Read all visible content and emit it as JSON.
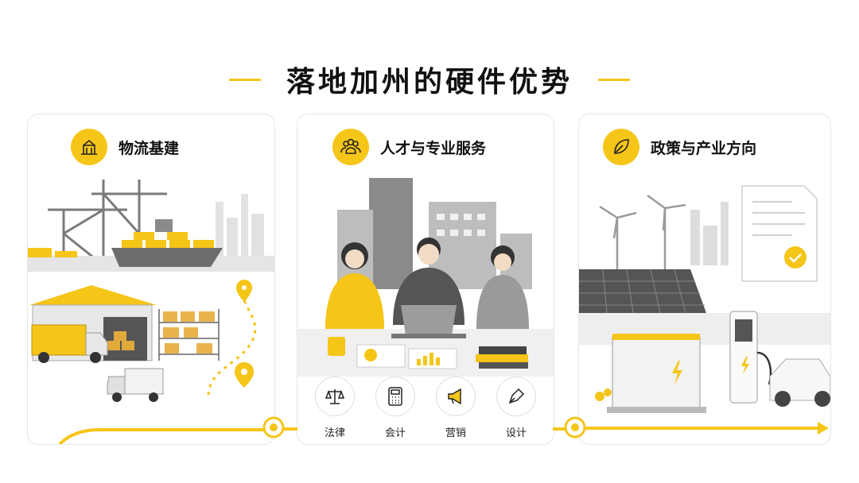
{
  "page": {
    "title": "落地加州的硬件优势"
  },
  "cards": [
    {
      "title": "物流基建",
      "icon": "crane-icon"
    },
    {
      "title": "人才与专业服务",
      "icon": "people-icon"
    },
    {
      "title": "政策与产业方向",
      "icon": "leaf-icon"
    }
  ],
  "services": [
    {
      "label": "法律",
      "icon": "scale-icon"
    },
    {
      "label": "会计",
      "icon": "calculator-icon"
    },
    {
      "label": "营销",
      "icon": "megaphone-icon"
    },
    {
      "label": "设计",
      "icon": "pen-icon"
    }
  ],
  "colors": {
    "accent": "#f5c518",
    "text": "#111111",
    "border": "#e6e6e6"
  }
}
